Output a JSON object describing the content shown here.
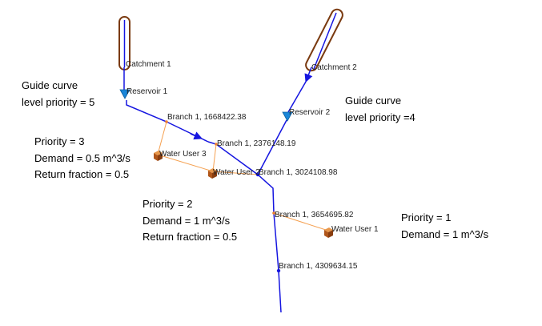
{
  "catchments": {
    "c1": "Catchment 1",
    "c2": "Catchment 2"
  },
  "reservoirs": {
    "r1": "Reservoir 1",
    "r2": "Reservoir 2"
  },
  "branches": {
    "b1": "Branch 1, 1668422.38",
    "b2": "Branch 1, 2376148.19",
    "b3": "Branch 1, 3024108.98",
    "b4": "Branch 1, 3654695.82",
    "b5": "Branch 1, 4309634.15"
  },
  "water_users": {
    "u3": "Water User 3",
    "u2": "Water User 2",
    "u1": "Water User 1"
  },
  "annotations": {
    "guide_left": [
      "Guide curve",
      "level priority = 5"
    ],
    "guide_right": [
      "Guide curve",
      "level priority =4"
    ],
    "user3": [
      "Priority = 3",
      "Demand = 0.5 m^3/s",
      "Return fraction = 0.5"
    ],
    "user2": [
      "Priority = 2",
      "Demand = 1 m^3/s",
      "Return fraction = 0.5"
    ],
    "user1": [
      "Priority = 1",
      "Demand = 1 m^3/s"
    ]
  },
  "colors": {
    "river": "#1515e0",
    "diversion": "#f5a050",
    "catchment_outline": "#7a3a10",
    "reservoir": "#1a86d8",
    "water_user": "#c8661a"
  }
}
